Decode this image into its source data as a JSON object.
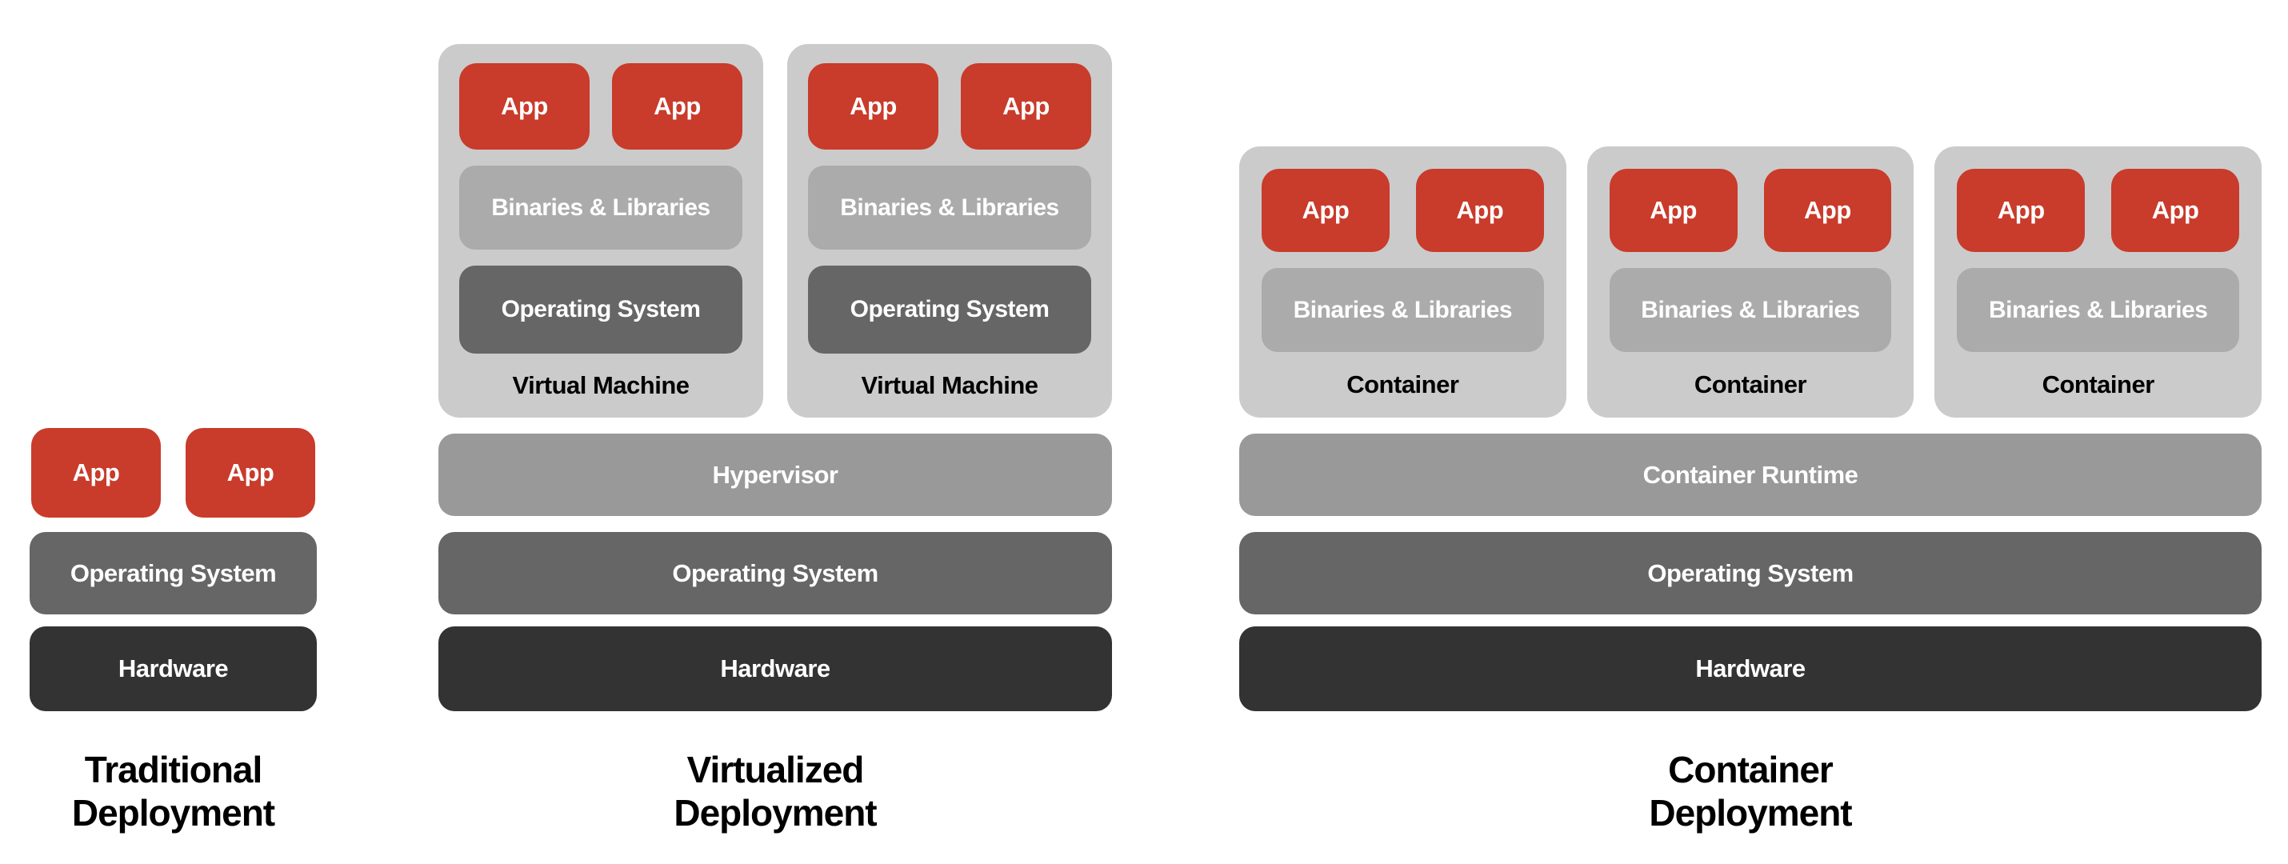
{
  "diagram": {
    "name": "Deployment evolution",
    "type": "architecture-comparison"
  },
  "colors": {
    "app": "#C93B2B",
    "card": "#CBCBCB",
    "binaries": "#ABABAB",
    "runtime": "#999999",
    "os": "#666666",
    "hardware": "#333333",
    "boxtext": "#FFFFFF",
    "ink": "#000000",
    "paper": "#FFFFFF"
  },
  "labels": {
    "app": "App",
    "binaries_libraries": "Binaries & Libraries",
    "operating_system": "Operating System",
    "hardware": "Hardware",
    "hypervisor": "Hypervisor",
    "container_runtime": "Container Runtime",
    "virtual_machine": "Virtual Machine",
    "container": "Container"
  },
  "columns": {
    "traditional": {
      "title": "Traditional\nDeployment",
      "apps": [
        "App",
        "App"
      ],
      "stack": [
        "Operating System",
        "Hardware"
      ]
    },
    "virtualized": {
      "title": "Virtualized\nDeployment",
      "virtual_machines": [
        {
          "label": "Virtual Machine",
          "apps": [
            "App",
            "App"
          ],
          "stack": [
            "Binaries & Libraries",
            "Operating System"
          ]
        },
        {
          "label": "Virtual Machine",
          "apps": [
            "App",
            "App"
          ],
          "stack": [
            "Binaries & Libraries",
            "Operating System"
          ]
        }
      ],
      "stack": [
        "Hypervisor",
        "Operating System",
        "Hardware"
      ]
    },
    "container": {
      "title": "Container\nDeployment",
      "containers": [
        {
          "label": "Container",
          "apps": [
            "App",
            "App"
          ],
          "stack": [
            "Binaries & Libraries"
          ]
        },
        {
          "label": "Container",
          "apps": [
            "App",
            "App"
          ],
          "stack": [
            "Binaries & Libraries"
          ]
        },
        {
          "label": "Container",
          "apps": [
            "App",
            "App"
          ],
          "stack": [
            "Binaries & Libraries"
          ]
        }
      ],
      "stack": [
        "Container Runtime",
        "Operating System",
        "Hardware"
      ]
    }
  }
}
